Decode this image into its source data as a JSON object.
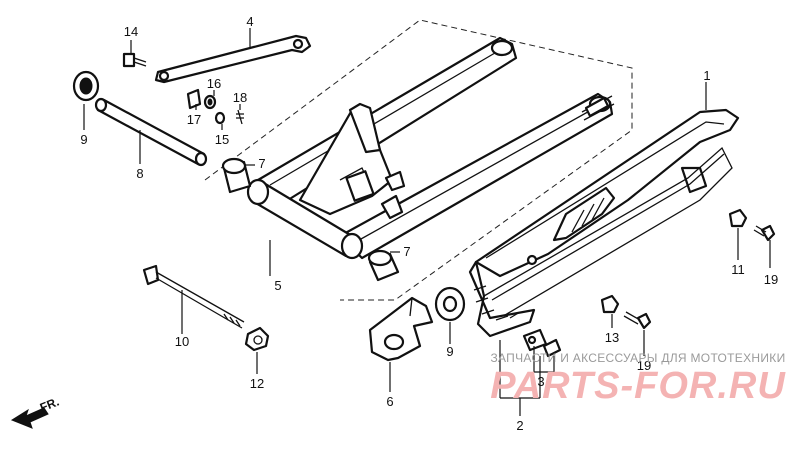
{
  "callouts": [
    {
      "id": "c1",
      "label": "1"
    },
    {
      "id": "c2",
      "label": "2"
    },
    {
      "id": "c3",
      "label": "3"
    },
    {
      "id": "c4",
      "label": "4"
    },
    {
      "id": "c5",
      "label": "5"
    },
    {
      "id": "c6",
      "label": "6"
    },
    {
      "id": "c7a",
      "label": "7"
    },
    {
      "id": "c7b",
      "label": "7"
    },
    {
      "id": "c8",
      "label": "8"
    },
    {
      "id": "c9a",
      "label": "9"
    },
    {
      "id": "c9b",
      "label": "9"
    },
    {
      "id": "c10",
      "label": "10"
    },
    {
      "id": "c11",
      "label": "11"
    },
    {
      "id": "c12",
      "label": "12"
    },
    {
      "id": "c13",
      "label": "13"
    },
    {
      "id": "c14",
      "label": "14"
    },
    {
      "id": "c15",
      "label": "15"
    },
    {
      "id": "c16",
      "label": "16"
    },
    {
      "id": "c17",
      "label": "17"
    },
    {
      "id": "c18",
      "label": "18"
    },
    {
      "id": "c19a",
      "label": "19"
    },
    {
      "id": "c19b",
      "label": "19"
    }
  ],
  "direction_marker": {
    "label": "FR."
  },
  "watermark": {
    "caption": "ЗАПЧАСТИ И АКСЕССУАРЫ ДЛЯ МОТОТЕХНИКИ",
    "brand": "PARTS-FOR.RU"
  },
  "colors": {
    "line": "#111111",
    "watermark_brand": "#f4b3b3",
    "watermark_caption": "#9a9a9a"
  }
}
